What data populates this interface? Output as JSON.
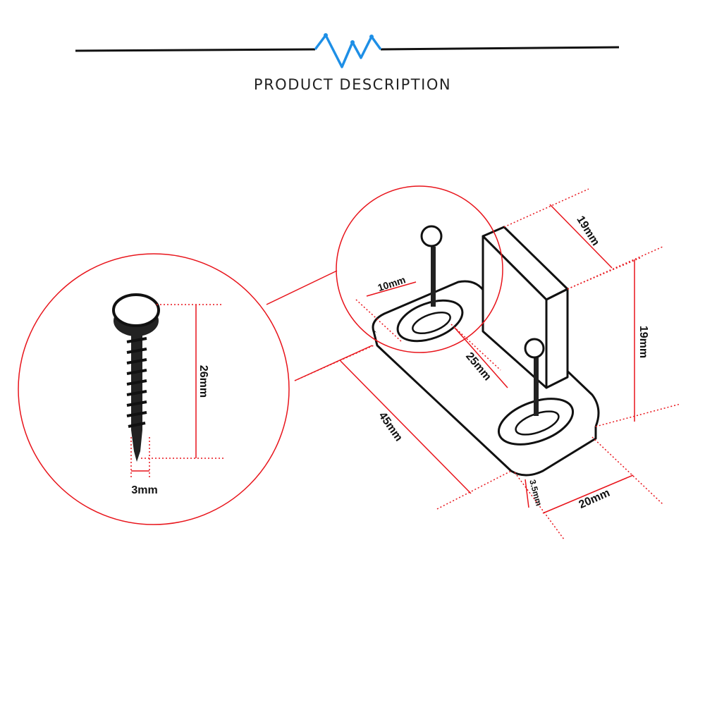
{
  "header": {
    "title": "PRODUCT DESCRIPTION"
  },
  "colors": {
    "accent_line": "#1e8fe6",
    "dimension": "#e8141b",
    "ink": "#111111"
  },
  "screw": {
    "length": "26mm",
    "diameter": "3mm"
  },
  "stopper": {
    "depth_top": "19mm",
    "height": "19mm",
    "hole": "10mm",
    "hole_spacing": "25mm",
    "length": "45mm",
    "width": "20mm",
    "thickness": "3.5mm"
  }
}
